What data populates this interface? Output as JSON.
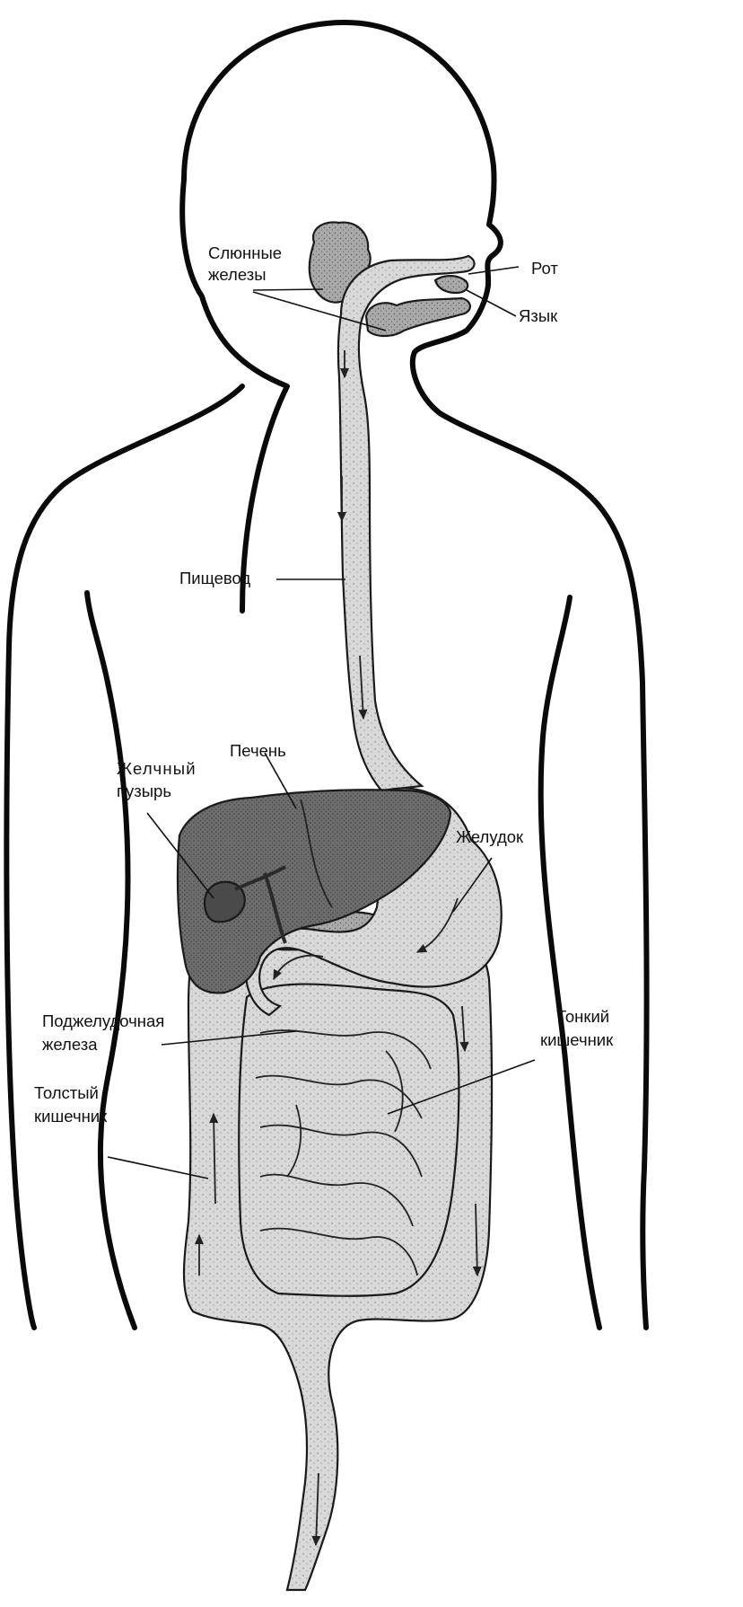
{
  "labels": {
    "salivary": [
      "Слюнные",
      "железы"
    ],
    "mouth": "Рот",
    "tongue": "Язык",
    "esophagus": "Пищевод",
    "liver": "Печень",
    "gallbladder": [
      "Желчный",
      "пузырь"
    ],
    "stomach": "Желудок",
    "pancreas": [
      "Поджелудочная",
      "железа"
    ],
    "small_intestine": [
      "Тонкий",
      "кишечник"
    ],
    "large_intestine": [
      "Толстый",
      "кишечник"
    ]
  }
}
